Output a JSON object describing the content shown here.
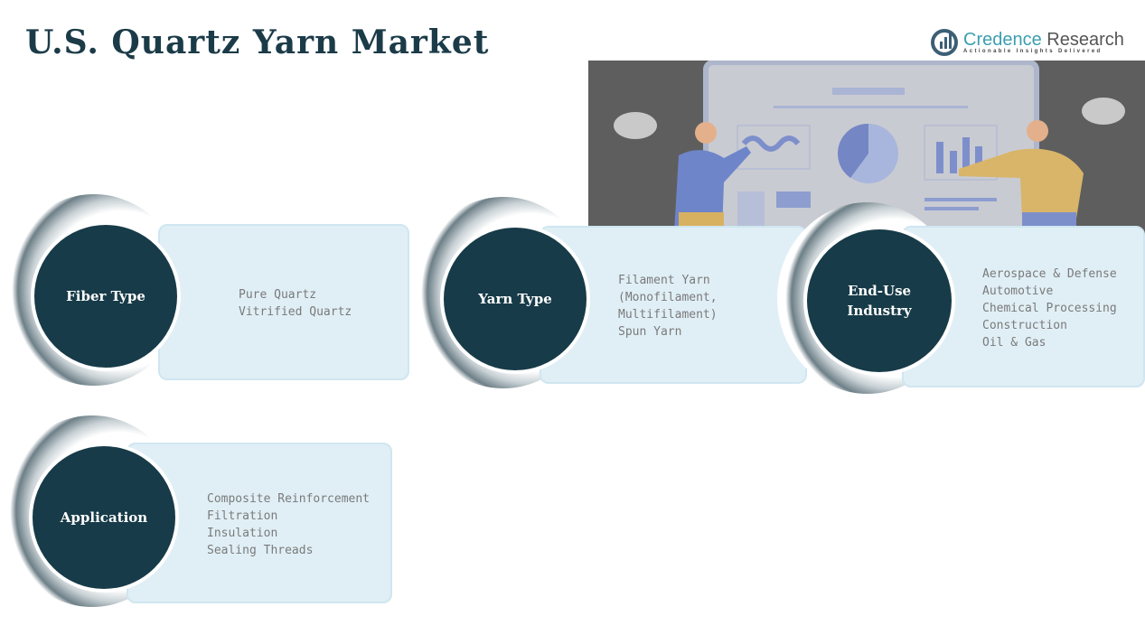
{
  "title": "U.S. Quartz Yarn Market",
  "logo": {
    "name_a": "Credence",
    "name_b": " Research",
    "tagline": "Actionable Insights Delivered"
  },
  "segments": [
    {
      "label": "Fiber Type",
      "items": [
        "Pure Quartz",
        "Vitrified Quartz"
      ]
    },
    {
      "label": "Yarn Type",
      "items": [
        "Filament Yarn",
        "(Monofilament,",
        "Multifilament)",
        "Spun Yarn"
      ]
    },
    {
      "label": "End-Use Industry",
      "items": [
        "Aerospace & Defense",
        "Automotive",
        "Chemical Processing",
        "Construction",
        "Oil & Gas"
      ]
    },
    {
      "label": "Application",
      "items": [
        "Composite Reinforcement",
        "Filtration",
        "Insulation",
        "Sealing Threads"
      ]
    }
  ]
}
